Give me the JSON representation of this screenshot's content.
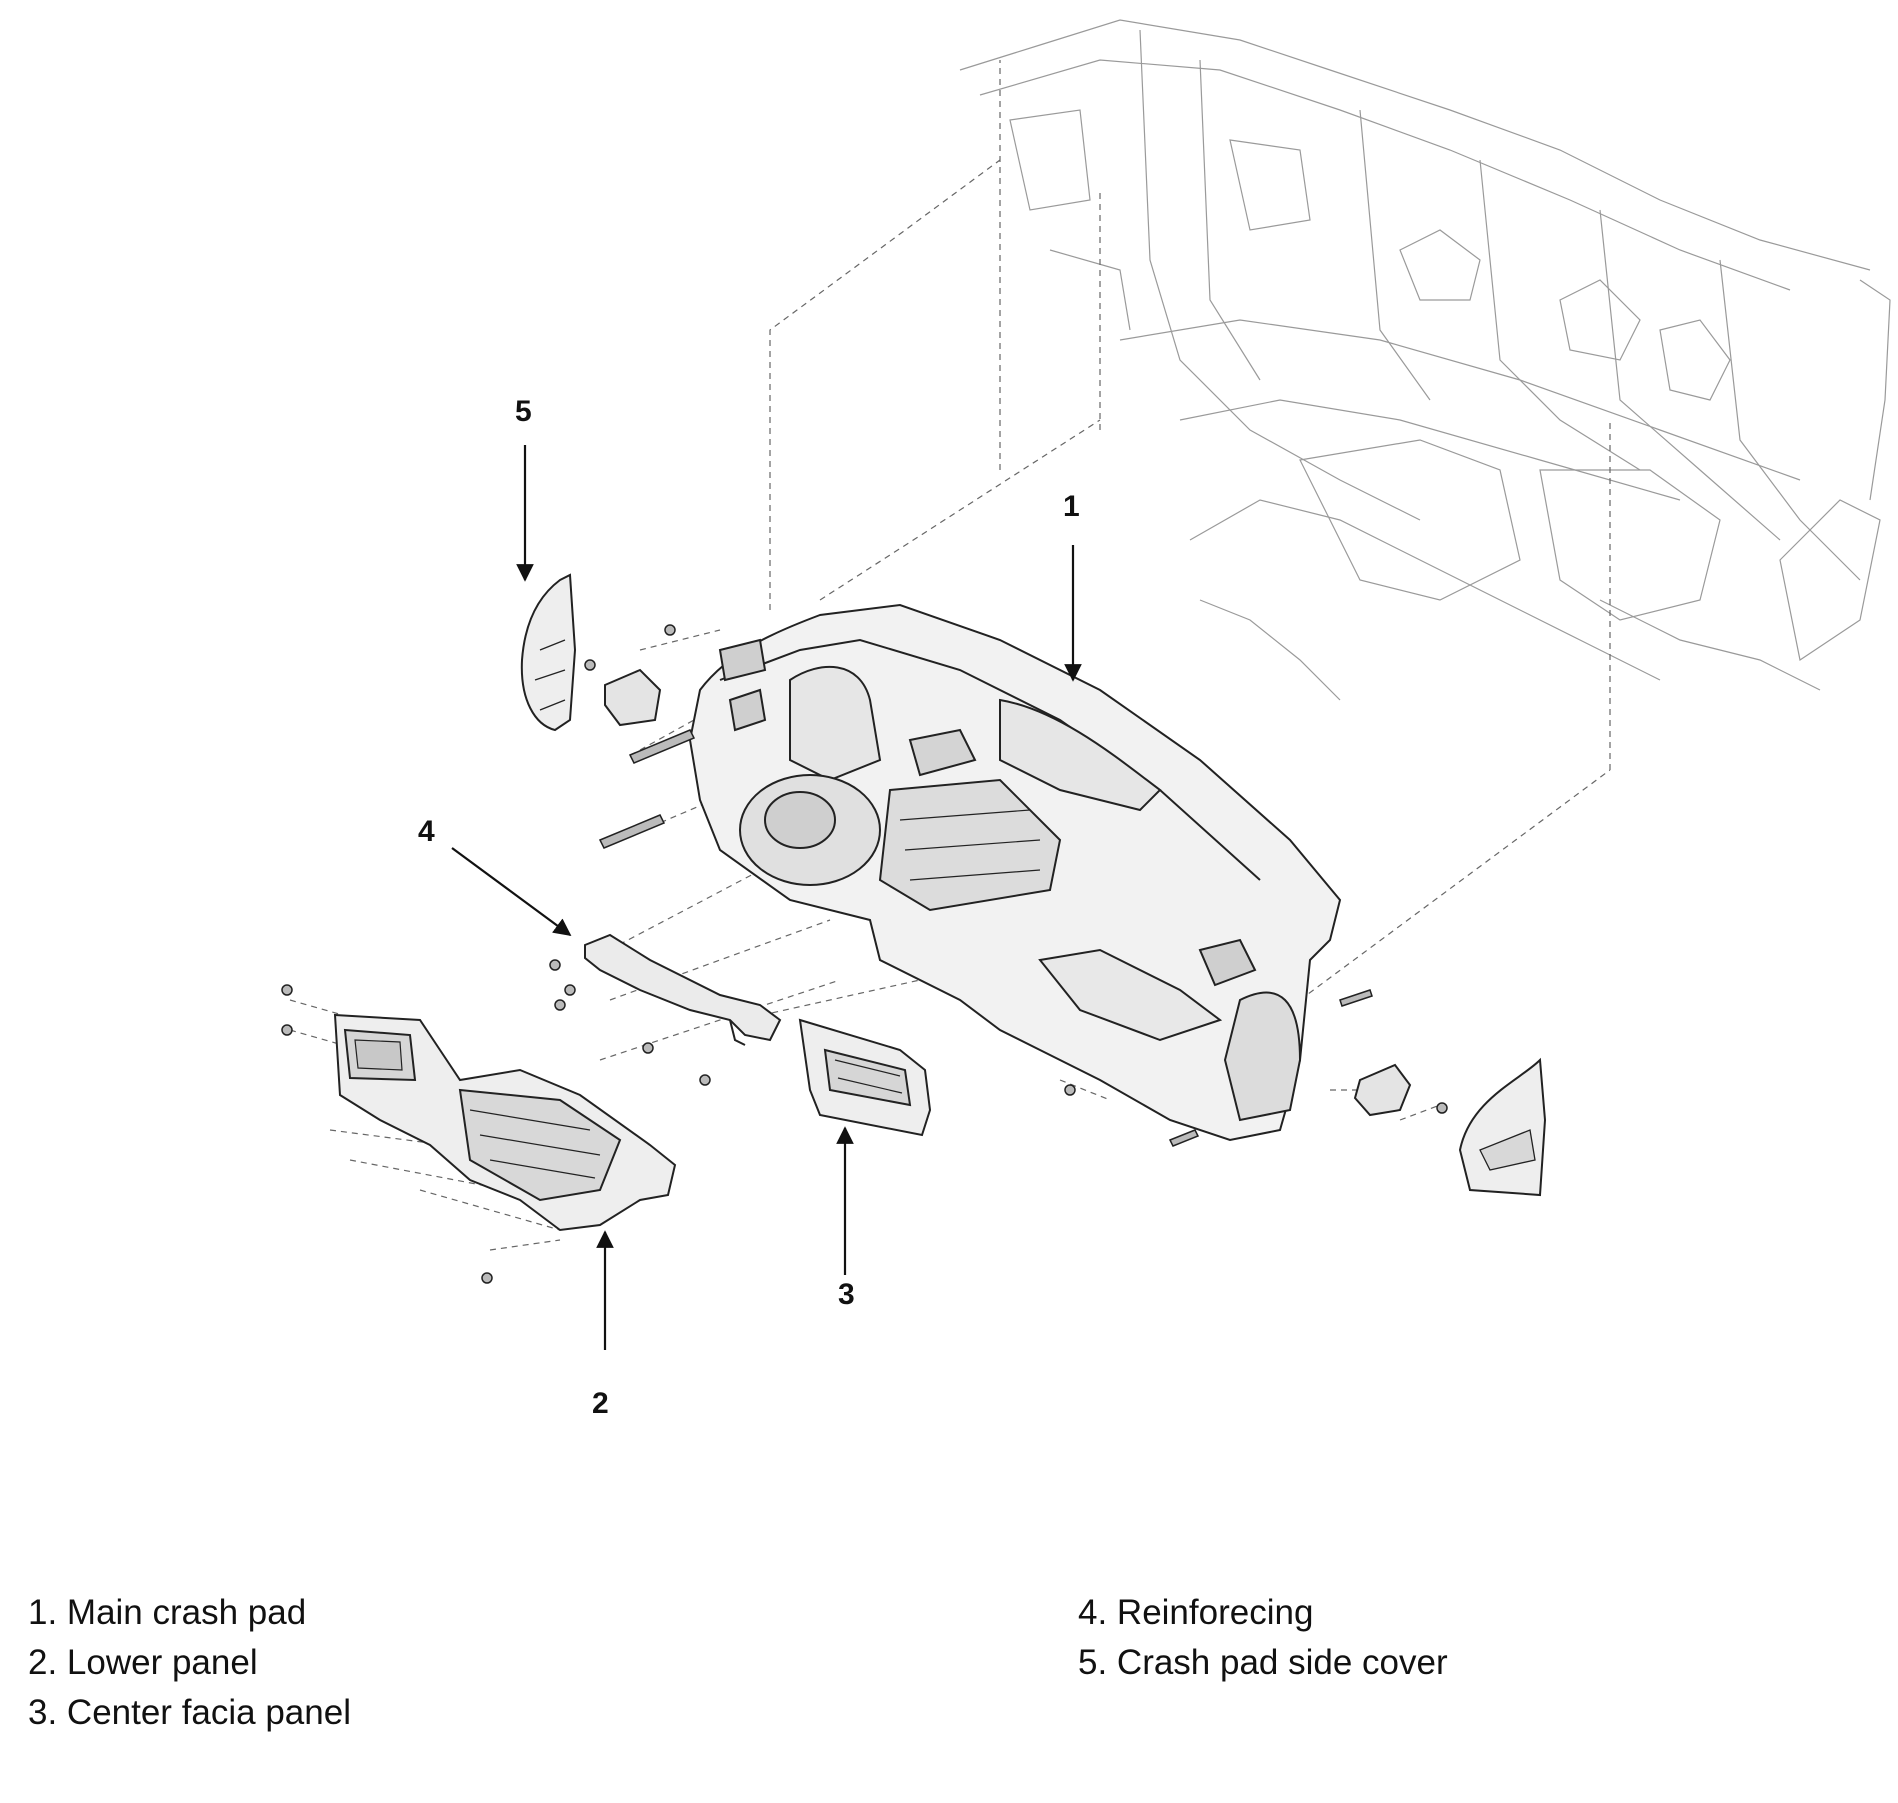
{
  "callouts": {
    "c1": "1",
    "c2": "2",
    "c3": "3",
    "c4": "4",
    "c5": "5"
  },
  "legend": {
    "left": [
      "1. Main crash pad",
      "2. Lower panel",
      "3. Center facia panel"
    ],
    "right": [
      "4. Reinforecing",
      "5. Crash pad side cover"
    ]
  }
}
